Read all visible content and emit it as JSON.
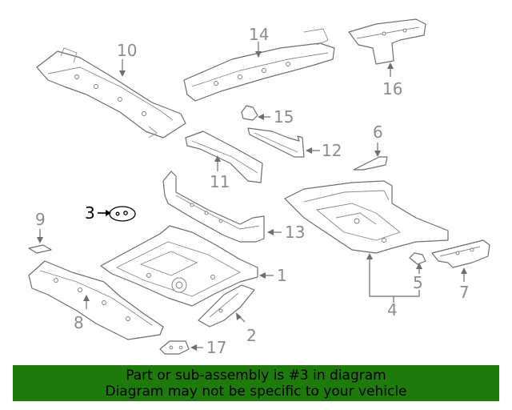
{
  "diagram": {
    "callouts": [
      {
        "id": "label-1",
        "text": "1"
      },
      {
        "id": "label-2",
        "text": "2"
      },
      {
        "id": "label-3",
        "text": "3"
      },
      {
        "id": "label-4",
        "text": "4"
      },
      {
        "id": "label-5",
        "text": "5"
      },
      {
        "id": "label-6",
        "text": "6"
      },
      {
        "id": "label-7",
        "text": "7"
      },
      {
        "id": "label-8",
        "text": "8"
      },
      {
        "id": "label-9",
        "text": "9"
      },
      {
        "id": "label-10",
        "text": "10"
      },
      {
        "id": "label-11",
        "text": "11"
      },
      {
        "id": "label-12",
        "text": "12"
      },
      {
        "id": "label-13",
        "text": "13"
      },
      {
        "id": "label-14",
        "text": "14"
      },
      {
        "id": "label-15",
        "text": "15"
      },
      {
        "id": "label-16",
        "text": "16"
      },
      {
        "id": "label-17",
        "text": "17"
      }
    ],
    "highlighted_part": "3",
    "colors": {
      "line": "#6e6e6e",
      "label": "#8c8c8c",
      "highlight": "#000000"
    }
  },
  "banner": {
    "line1": "Part or sub-assembly is #3 in diagram",
    "line2": "Diagram may not be specific to your vehicle",
    "background": "#1f7a0c"
  }
}
